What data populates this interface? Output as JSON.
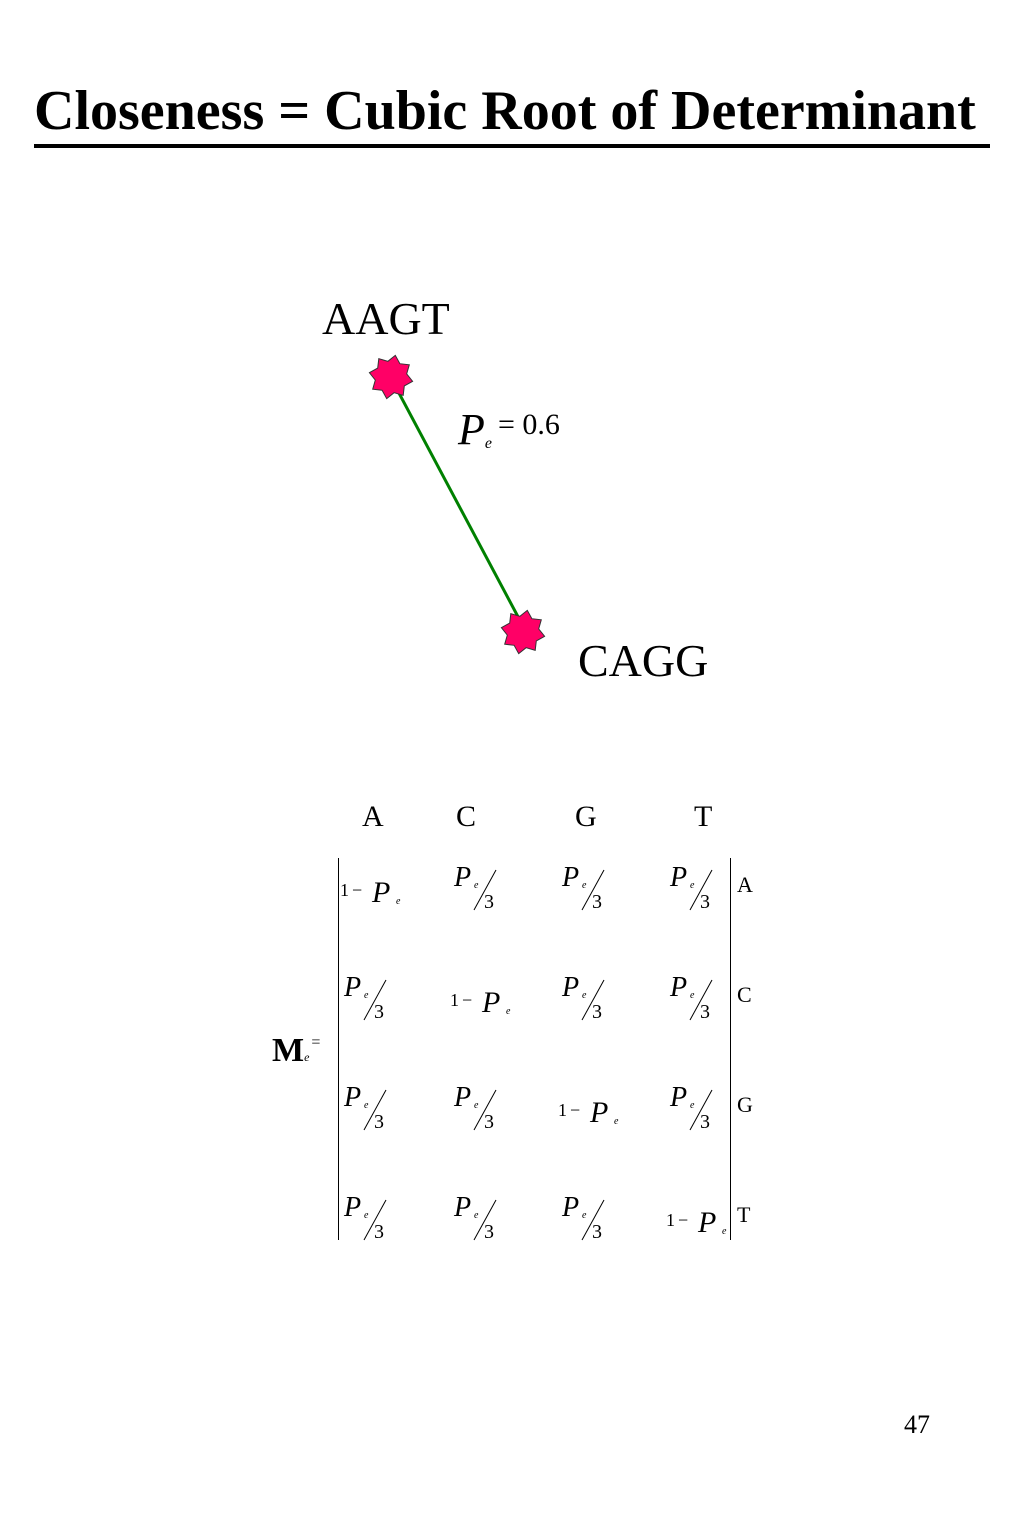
{
  "slide": {
    "title": "Closeness = Cubic Root of Determinant",
    "page_number": "47"
  },
  "graph": {
    "node_top_label": "AAGT",
    "node_bottom_label": "CAGG",
    "edge_label": {
      "symbol": "P",
      "subscript": "e",
      "value_text": "= 0.6"
    },
    "node_color": "#ff0066",
    "edge_color": "#008000"
  },
  "matrix": {
    "name": "M",
    "name_subscript": "e",
    "equals": "=",
    "column_headers": [
      "A",
      "C",
      "G",
      "T"
    ],
    "row_headers": [
      "A",
      "C",
      "G",
      "T"
    ],
    "diagonal_text": {
      "one": "1",
      "minus": "−",
      "P": "P",
      "sub": "e"
    },
    "off_diagonal_text": {
      "P": "P",
      "sub": "e",
      "denominator": "3"
    }
  }
}
